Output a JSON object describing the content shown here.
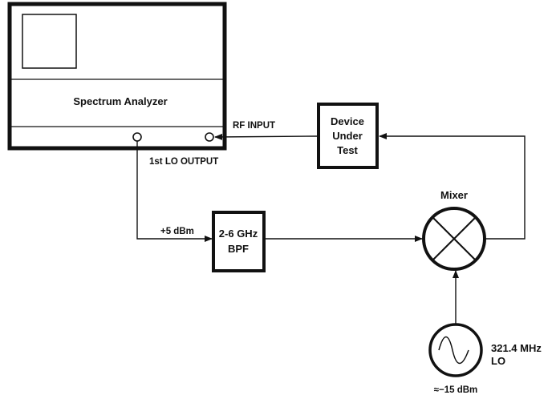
{
  "spectrum_analyzer": {
    "label": "Spectrum Analyzer",
    "rf_input_label": "RF INPUT",
    "lo_output_label": "1st LO OUTPUT"
  },
  "dut": {
    "line1": "Device",
    "line2": "Under",
    "line3": "Test"
  },
  "bpf": {
    "line1": "2-6 GHz",
    "line2": "BPF",
    "input_level": "+5 dBm"
  },
  "mixer": {
    "label": "Mixer"
  },
  "lo_source": {
    "line1": "321.4 MHz",
    "line2": "LO",
    "level": "≈−15 dBm"
  },
  "colors": {
    "line": "#111111",
    "box_border": "#1a1a1a",
    "analyzer_fill": "#ffffff"
  }
}
